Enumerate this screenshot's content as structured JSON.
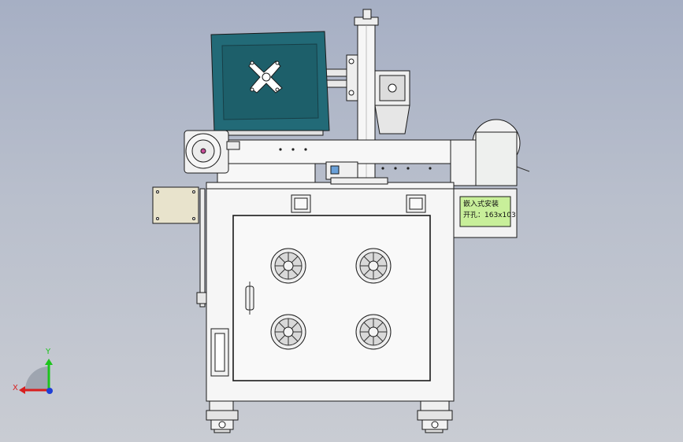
{
  "panel_label": {
    "line1": "嵌入式安装",
    "line2": "开孔：163x103"
  },
  "triad": {
    "x_label": "X",
    "y_label": "Y",
    "x_color": "#d81e1e",
    "y_color": "#1cc41c",
    "z_color": "#1f3fd6"
  },
  "colors": {
    "machine_body": "#f4f4f4",
    "outline": "#1a1a1a",
    "monitor": "#226a77",
    "control_panel": "#e8e3cc",
    "label_panel": "#c8ef9a"
  }
}
